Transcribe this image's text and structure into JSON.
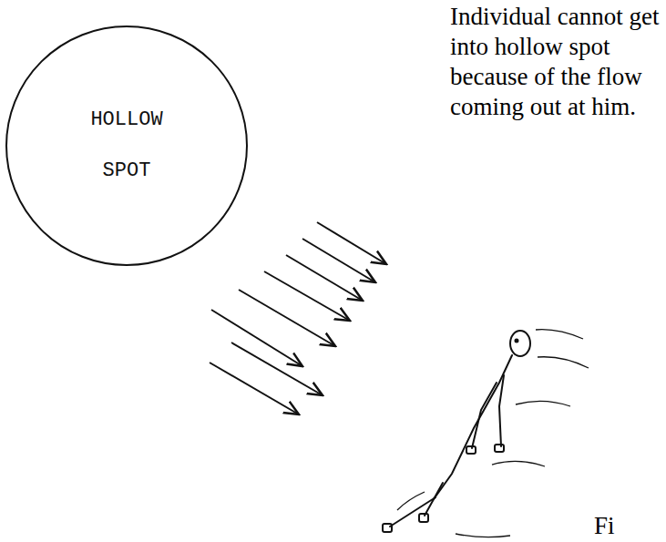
{
  "diagram": {
    "nodes": [
      {
        "text": [
          "HOLLOW SPOT"
        ]
      }
    ],
    "labels": [
      "Individual cannot get into hollow spot because of the flow coming out at him.",
      "Fi"
    ]
  }
}
